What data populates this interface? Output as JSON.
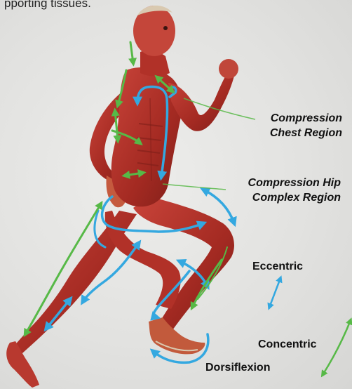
{
  "caption": "pporting tissues.",
  "labels": {
    "chest": [
      "Compression",
      "Chest Region"
    ],
    "hip": [
      "Compression Hip",
      "Complex Region"
    ],
    "eccentric": "Eccentric",
    "concentric": "Concentric",
    "dorsiflexion": "Dorsiflexion"
  },
  "colors": {
    "background": "#e4e4e2",
    "muscle": "#b5332a",
    "muscle_dark": "#7f1f19",
    "tendon": "#d9c9b0",
    "compression_arrow": "#34a8e0",
    "tension_arrow": "#57b947"
  },
  "legend_icons": {
    "eccentric": "blue-arrow-icon",
    "concentric": "green-arrow-icon"
  }
}
